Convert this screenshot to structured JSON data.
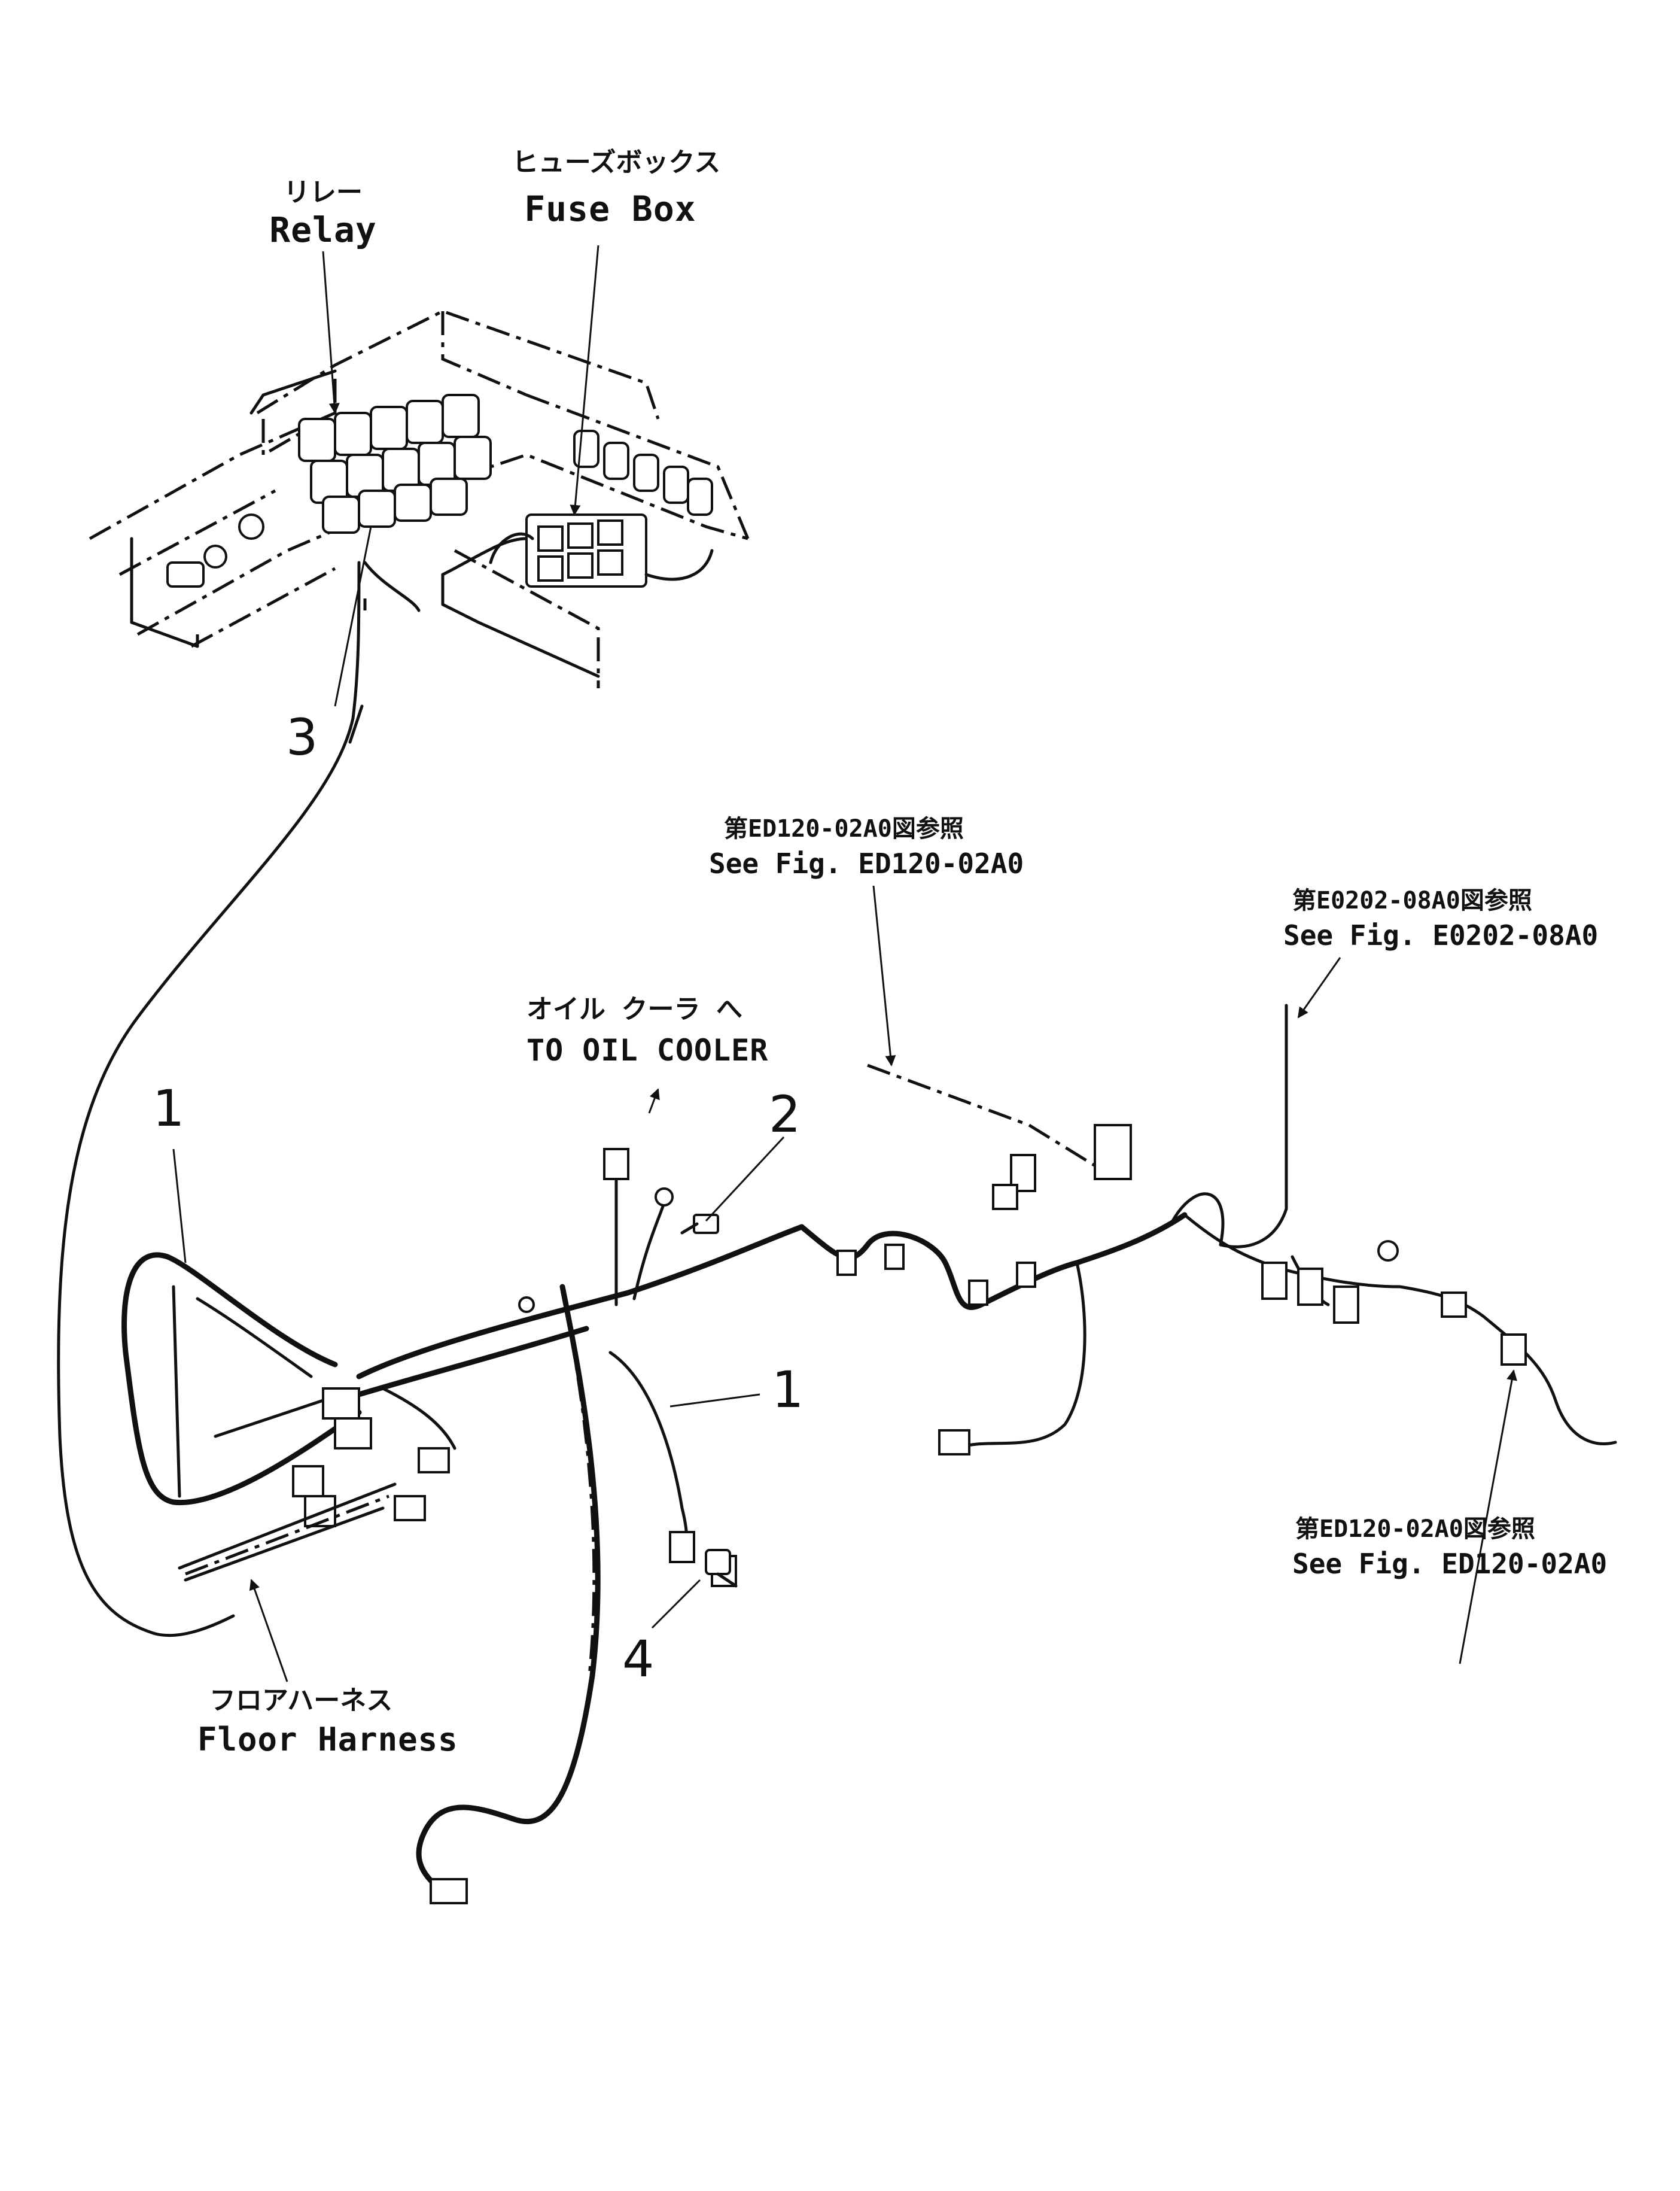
{
  "labels": {
    "relay_jp": "リレー",
    "relay_en": "Relay",
    "fusebox_jp": "ヒューズボックス",
    "fusebox_en": "Fuse Box",
    "oilcooler_jp": "オイル クーラ へ",
    "oilcooler_en": "TO OIL COOLER",
    "floor_jp": "フロアハーネス",
    "floor_en": "Floor Harness",
    "ref1_jp": "第ED120-02A0図参照",
    "ref1_en": "See Fig. ED120-02A0",
    "ref2_jp": "第E0202-08A0図参照",
    "ref2_en": "See Fig. E0202-08A0",
    "ref3_jp": "第ED120-02A0図参照",
    "ref3_en": "See Fig. ED120-02A0"
  },
  "callouts": {
    "n1a": "1",
    "n1b": "1",
    "n2": "2",
    "n3": "3",
    "n4": "4"
  }
}
